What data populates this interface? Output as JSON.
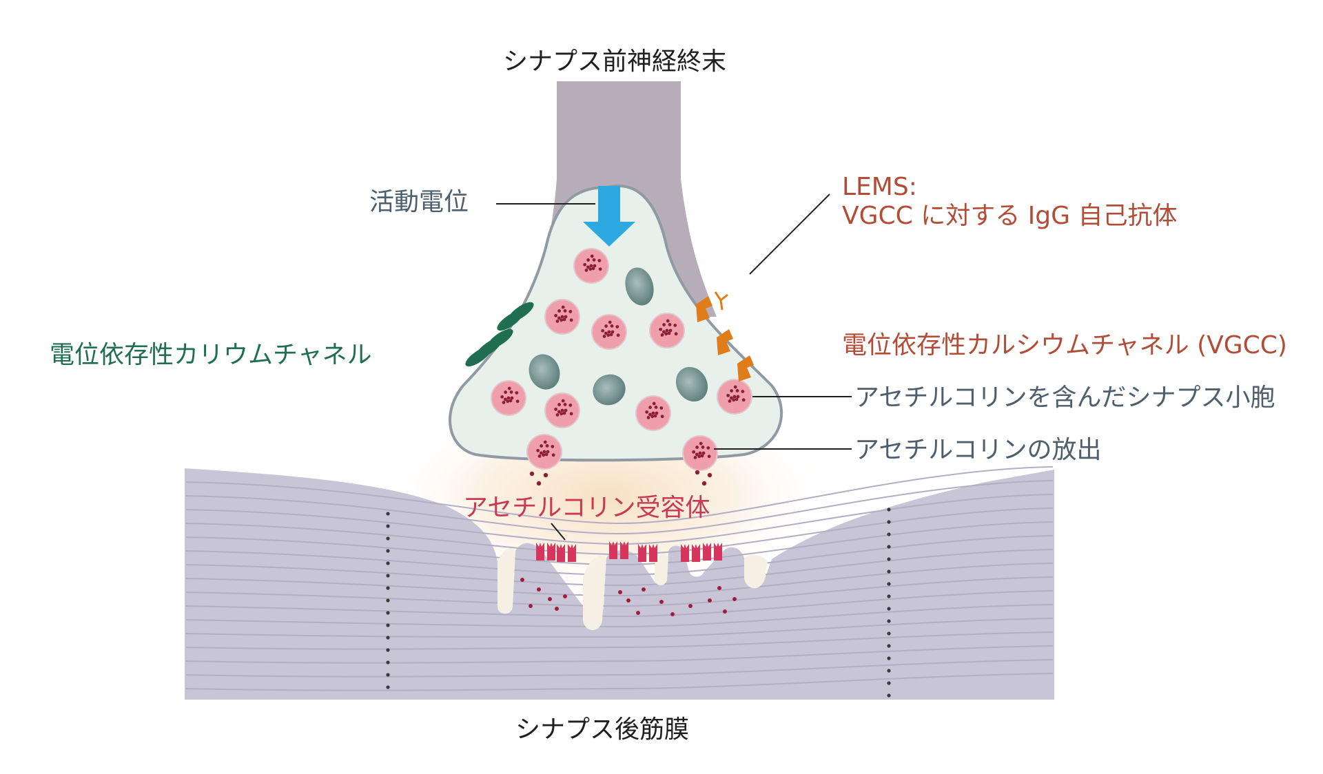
{
  "labels": {
    "presynaptic_terminal": "シナプス前神経終末",
    "postsynaptic_membrane": "シナプス後筋膜",
    "action_potential": "活動電位",
    "lems_line1": "LEMS:",
    "lems_line2": "VGCC に対する IgG 自己抗体",
    "potassium_channel": "電位依存性カリウムチャネル",
    "calcium_channel": "電位依存性カルシウムチャネル (VGCC)",
    "synaptic_vesicle": "アセチルコリンを含んだシナプス小胞",
    "ach_release": "アセチルコリンの放出",
    "ach_receptor": "アセチルコリン受容体"
  },
  "colors": {
    "axon": "#b7adb8",
    "terminal_fill": "#e8f0ec",
    "muscle": "#c8c5d6",
    "muscle_lines": "#b2aec3",
    "vesicle": "#ef9fab",
    "vesicle_dots": "#8a1f36",
    "mitochondria": "#6e8c89",
    "arrow": "#2ca9e1",
    "k_channel": "#1f6e52",
    "ca_channel": "#e07c1a",
    "receptor": "#d6365d",
    "cleft_glow": "#f7e2c6",
    "fold": "#f6efe4",
    "title_text": "#1f1f1f",
    "slate_text": "#4d5f6d",
    "rust_text": "#b34c36",
    "teal_text": "#1f6e52",
    "rose_text": "#c73a52"
  }
}
